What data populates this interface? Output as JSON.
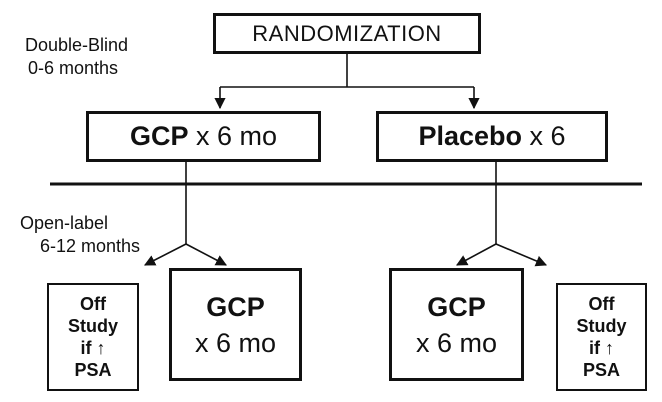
{
  "randomization": "RANDOMIZATION",
  "phase1": {
    "line1": "Double-Blind",
    "line2": "0-6 months"
  },
  "phase2": {
    "line1": "Open-label",
    "line2": "6-12 months"
  },
  "arm_gcp": {
    "bold": "GCP",
    "rest": " x 6 mo"
  },
  "arm_placebo": {
    "bold": "Placebo",
    "rest": " x 6"
  },
  "cont_left": {
    "bold": "GCP",
    "rest": "x 6 mo"
  },
  "cont_right": {
    "bold": "GCP",
    "rest": "x 6 mo"
  },
  "off_left": {
    "l1": "Off",
    "l2": "Study",
    "l3": "if",
    "arrow": "↑",
    "l4": "PSA"
  },
  "off_right": {
    "l1": "Off",
    "l2": "Study",
    "l3": "if",
    "arrow": "↑",
    "l4": "PSA"
  }
}
